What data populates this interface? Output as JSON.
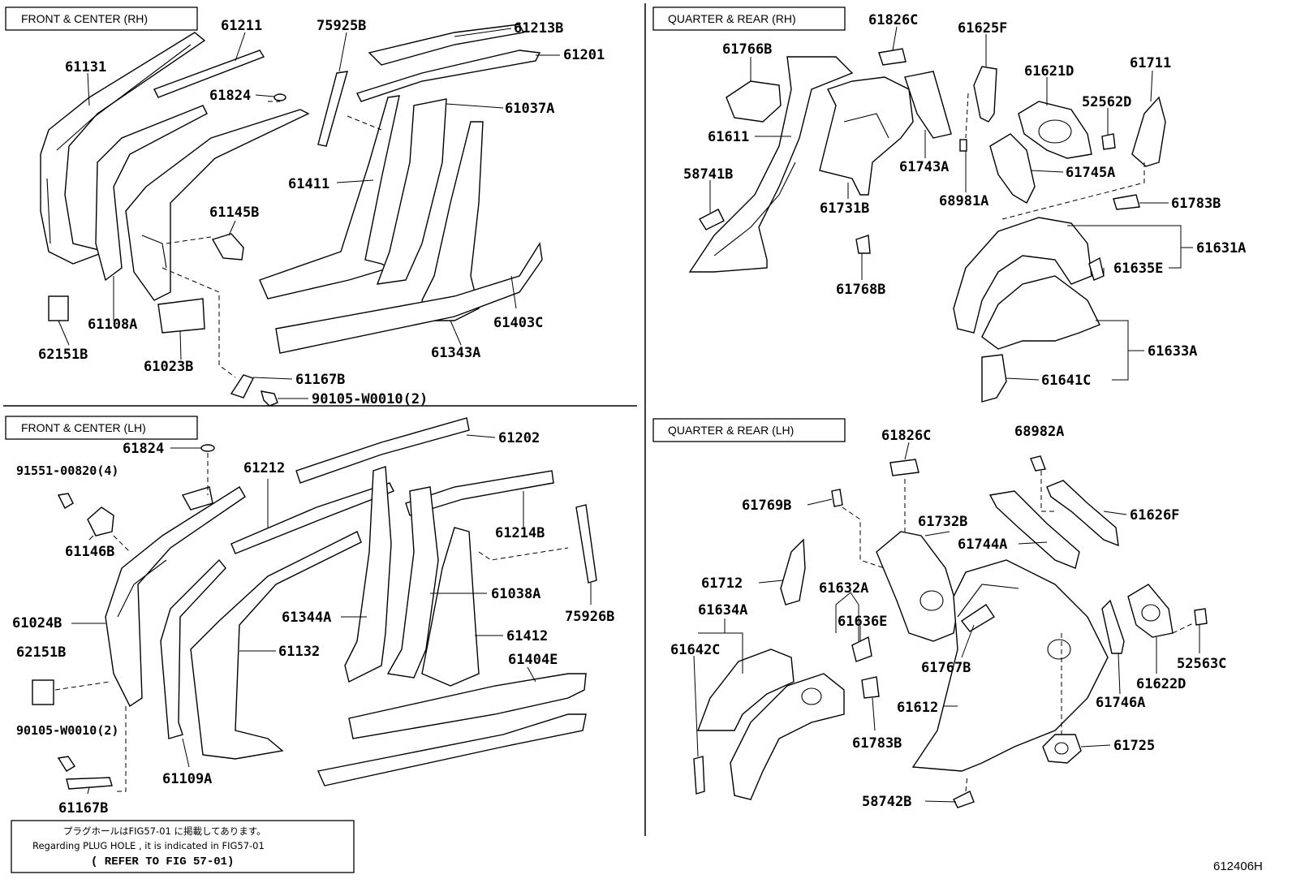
{
  "sections": {
    "front_rh": "FRONT & CENTER (RH)",
    "front_lh": "FRONT & CENTER (LH)",
    "quarter_rh": "QUARTER & REAR (RH)",
    "quarter_lh": "QUARTER & REAR (LH)"
  },
  "note": {
    "line1": "プラグホールはFIG57-01 に掲載してあります。",
    "line2": "Regarding PLUG HOLE , it is indicated in FIG57-01",
    "line3": "( REFER TO FIG 57-01)"
  },
  "figure_id": "612406H",
  "labels": {
    "p61211": "61211",
    "p75925B": "75925B",
    "p61213B": "61213B",
    "p61201": "61201",
    "p61131": "61131",
    "p61824a": "61824",
    "p61037A": "61037A",
    "p61411": "61411",
    "p61145B": "61145B",
    "p61108A": "61108A",
    "p62151Ba": "62151B",
    "p61023B": "61023B",
    "p61343A": "61343A",
    "p61403C": "61403C",
    "p61167Ba": "61167B",
    "p90105a": "90105-W0010(2)",
    "p61202": "61202",
    "p61824b": "61824",
    "p91551": "91551-00820(4)",
    "p61212": "61212",
    "p61214B": "61214B",
    "p61146B": "61146B",
    "p61038A": "61038A",
    "p75926B": "75926B",
    "p61024B": "61024B",
    "p61344A": "61344A",
    "p61412": "61412",
    "p62151Bb": "62151B",
    "p61132": "61132",
    "p61404E": "61404E",
    "p90105b": "90105-W0010(2)",
    "p61109A": "61109A",
    "p61167Bb": "61167B",
    "p61826Ca": "61826C",
    "p61625F": "61625F",
    "p61766B": "61766B",
    "p61711": "61711",
    "p61621D": "61621D",
    "p52562D": "52562D",
    "p61611": "61611",
    "p61743A": "61743A",
    "p61745A": "61745A",
    "p58741B": "58741B",
    "p68981A": "68981A",
    "p61731B": "61731B",
    "p61783Ba": "61783B",
    "p61631A": "61631A",
    "p61635E": "61635E",
    "p61768B": "61768B",
    "p61633A": "61633A",
    "p61641C": "61641C",
    "p61826Cb": "61826C",
    "p68982A": "68982A",
    "p61769B": "61769B",
    "p61626F": "61626F",
    "p61732B": "61732B",
    "p61744A": "61744A",
    "p61712": "61712",
    "p61632A": "61632A",
    "p61634A": "61634A",
    "p61636E": "61636E",
    "p61642C": "61642C",
    "p61767B": "61767B",
    "p61622D": "61622D",
    "p52563C": "52563C",
    "p61612": "61612",
    "p61746A": "61746A",
    "p61783Bb": "61783B",
    "p61725": "61725",
    "p58742B": "58742B"
  }
}
